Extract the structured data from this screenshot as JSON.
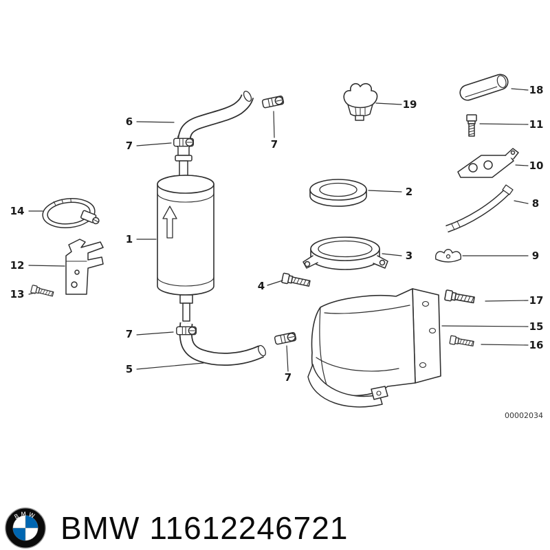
{
  "diagram": {
    "code": "00002034",
    "callouts": {
      "1": "1",
      "2": "2",
      "3": "3",
      "4": "4",
      "5": "5",
      "6": "6",
      "7": "7",
      "8": "8",
      "9": "9",
      "10": "10",
      "11": "11",
      "12": "12",
      "13": "13",
      "14": "14",
      "15": "15",
      "16": "16",
      "17": "17",
      "18": "18",
      "19": "19"
    }
  },
  "footer": {
    "brand": "BMW",
    "part_number": "11612246721"
  },
  "logo": {
    "text": "BMW",
    "blue": "#0066B1"
  },
  "colors": {
    "line": "#2e2e2e",
    "background": "#ffffff",
    "text": "#0a0a0a"
  }
}
